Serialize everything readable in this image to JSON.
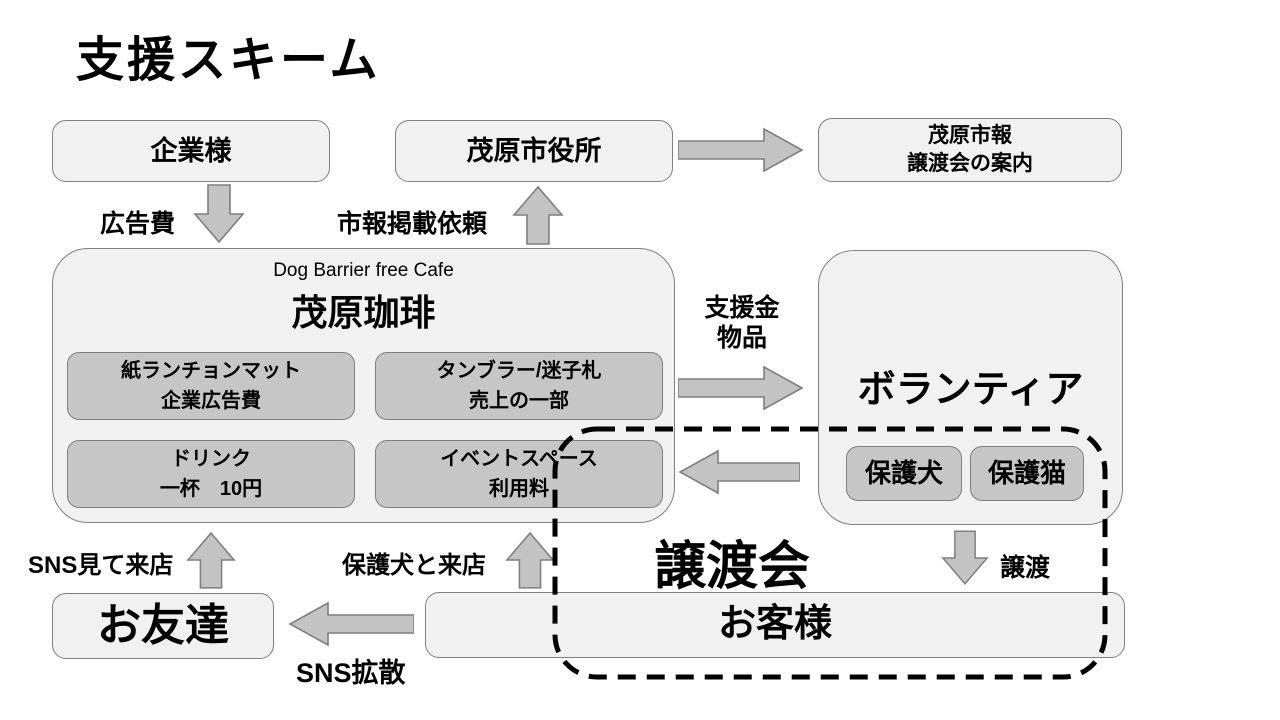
{
  "title": "支援スキーム",
  "colors": {
    "background": "#ffffff",
    "box_fill": "#f1f1f1",
    "box_border": "#808080",
    "inner_box_fill": "#c6c6c6",
    "arrow_fill": "#c3c3c3",
    "arrow_border": "#7f7f7f",
    "dashed_outline": "#000000"
  },
  "nodes": {
    "company": "企業様",
    "city_hall": "茂原市役所",
    "city_report": {
      "line1": "茂原市報",
      "line2": "譲渡会の案内"
    },
    "cafe": {
      "subtitle": "Dog Barrier free Cafe",
      "title": "茂原珈琲",
      "items": [
        {
          "line1": "紙ランチョンマット",
          "line2": "企業広告費"
        },
        {
          "line1": "タンブラー/迷子札",
          "line2": "売上の一部"
        },
        {
          "line1": "ドリンク",
          "line2": "一杯　10円"
        },
        {
          "line1": "イベントスペース",
          "line2": "利用料"
        }
      ]
    },
    "volunteer": {
      "title": "ボランティア",
      "dog": "保護犬",
      "cat": "保護猫"
    },
    "adoption_event": "譲渡会",
    "customers": "お客様",
    "friends": "お友達"
  },
  "labels": {
    "ad_fee": "広告費",
    "report_request": "市報掲載依頼",
    "support": {
      "line1": "支援金",
      "line2": "物品"
    },
    "transfer": "譲渡",
    "sns_visit": "SNS見て来店",
    "dog_visit": "保護犬と来店",
    "sns_spread": "SNS拡散"
  }
}
